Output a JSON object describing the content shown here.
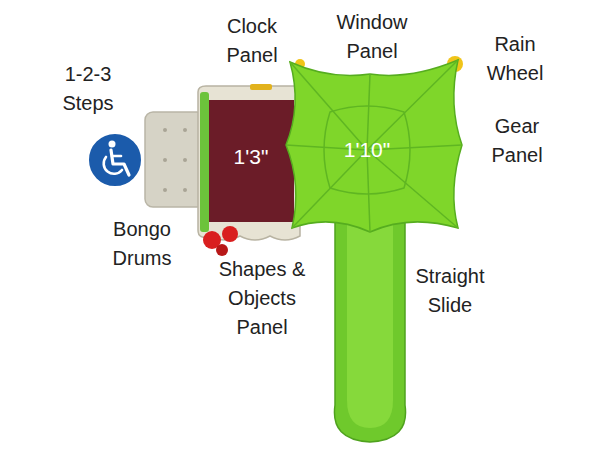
{
  "diagram": {
    "labels": [
      "1-2-3 Steps",
      "Clock Panel",
      "Window Panel",
      "Rain Wheel",
      "Gear Panel",
      "Bongo Drums",
      "Shapes & Objects Panel",
      "Straight Slide",
      "1'3\"",
      "1'10\""
    ]
  }
}
